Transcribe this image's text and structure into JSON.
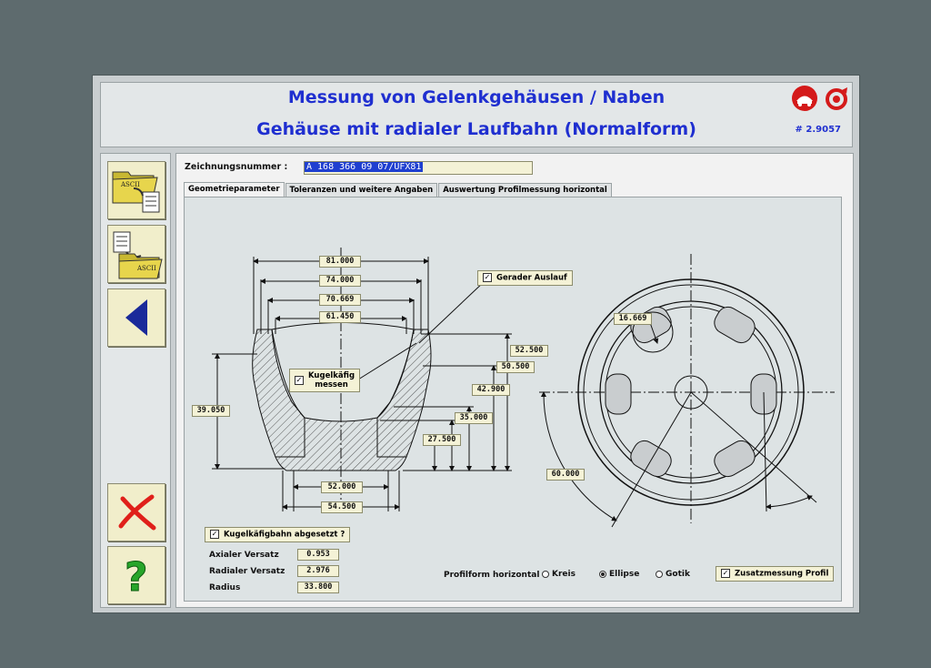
{
  "header": {
    "title": "Messung von Gelenkgehäusen / Naben",
    "subtitle": "Gehäuse mit radialer Laufbahn (Normalform)",
    "doc_number": "# 2.9057"
  },
  "sidebar": {
    "ascii_label": "ASCII"
  },
  "form": {
    "zeichnung_label": "Zeichnungsnummer :",
    "zeichnung_value": "A 168 366 09 07/UFX81"
  },
  "tabs": [
    "Geometrieparameter",
    "Toleranzen und weitere Angaben",
    "Auswertung Profilmessung horizontal"
  ],
  "dims": {
    "d81": "81.000",
    "d74": "74.000",
    "d70": "70.669",
    "d61": "61.450",
    "d52_5": "52.500",
    "d50_5": "50.500",
    "d42_9": "42.900",
    "d35": "35.000",
    "d27_5": "27.500",
    "d39": "39.050",
    "d52": "52.000",
    "d54_5": "54.500",
    "d16": "16.669",
    "d60": "60.000"
  },
  "checks": {
    "gerader": "Gerader Auslauf",
    "kugel_l1": "Kugelkäfig",
    "kugel_l2": "messen",
    "kugelbahn": "Kugelkäfigbahn abgesetzt ?",
    "zusatz": "Zusatzmessung Profil",
    "mark": "✓"
  },
  "params": [
    {
      "label": "Axialer Versatz",
      "value": "0.953"
    },
    {
      "label": "Radialer Versatz",
      "value": "2.976"
    },
    {
      "label": "Radius",
      "value": "33.800"
    }
  ],
  "profil": {
    "label": "Profilform horizontal :",
    "options": [
      "Kreis",
      "Ellipse",
      "Gotik"
    ],
    "selected": "Ellipse"
  }
}
